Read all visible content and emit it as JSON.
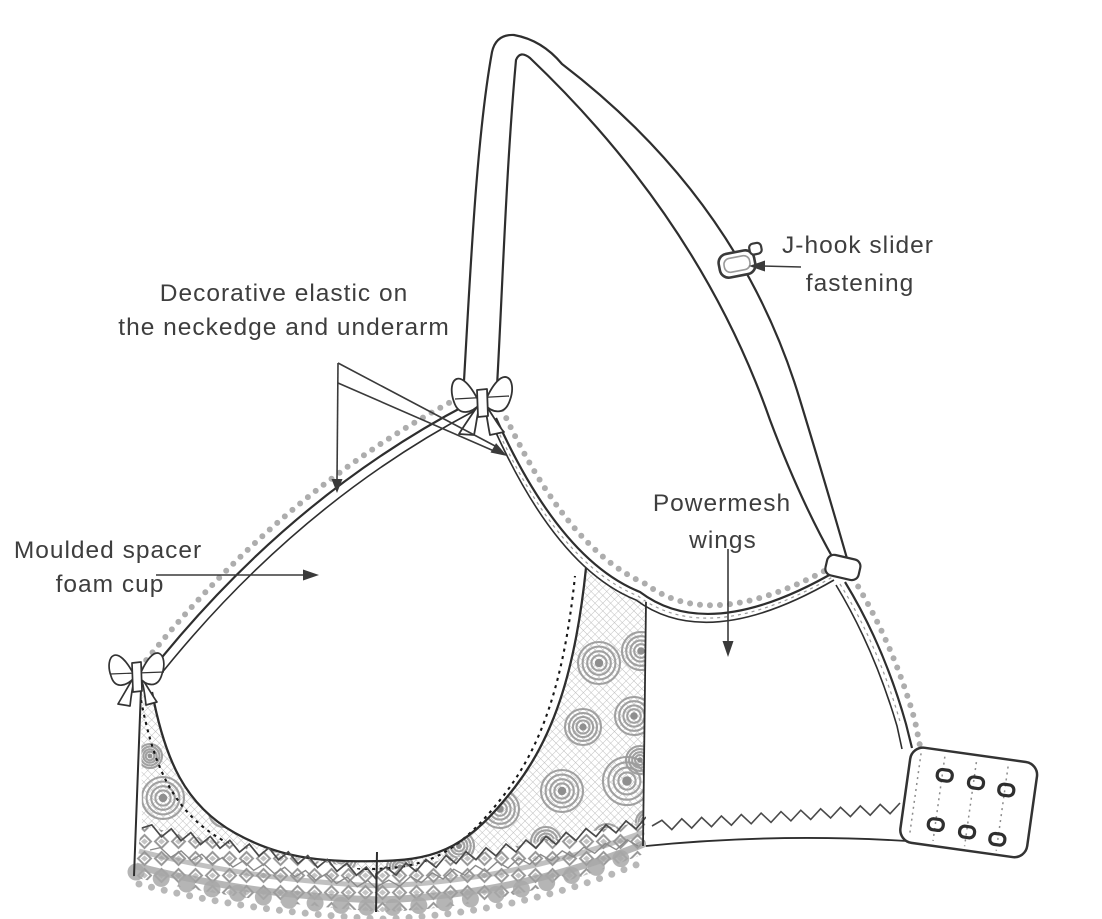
{
  "figure": {
    "kind": "bra-technical-flat-sketch"
  },
  "labels": {
    "decorative_elastic": {
      "line1": "Decorative elastic on",
      "line2": "the neckedge and underarm"
    },
    "jhook": {
      "line1": "J-hook slider",
      "line2": "fastening"
    },
    "moulded_cup": {
      "line1": "Moulded spacer",
      "line2": "foam cup"
    },
    "powermesh": {
      "line1": "Powermesh",
      "line2": "wings"
    }
  },
  "colors": {
    "ink": "#2e2e2e",
    "label_text": "#3e3e3e",
    "lace_gray": "#9c9c9c",
    "mesh_gray": "#bdbdbd",
    "band_gray": "#8f8f8f",
    "background": "#ffffff"
  }
}
